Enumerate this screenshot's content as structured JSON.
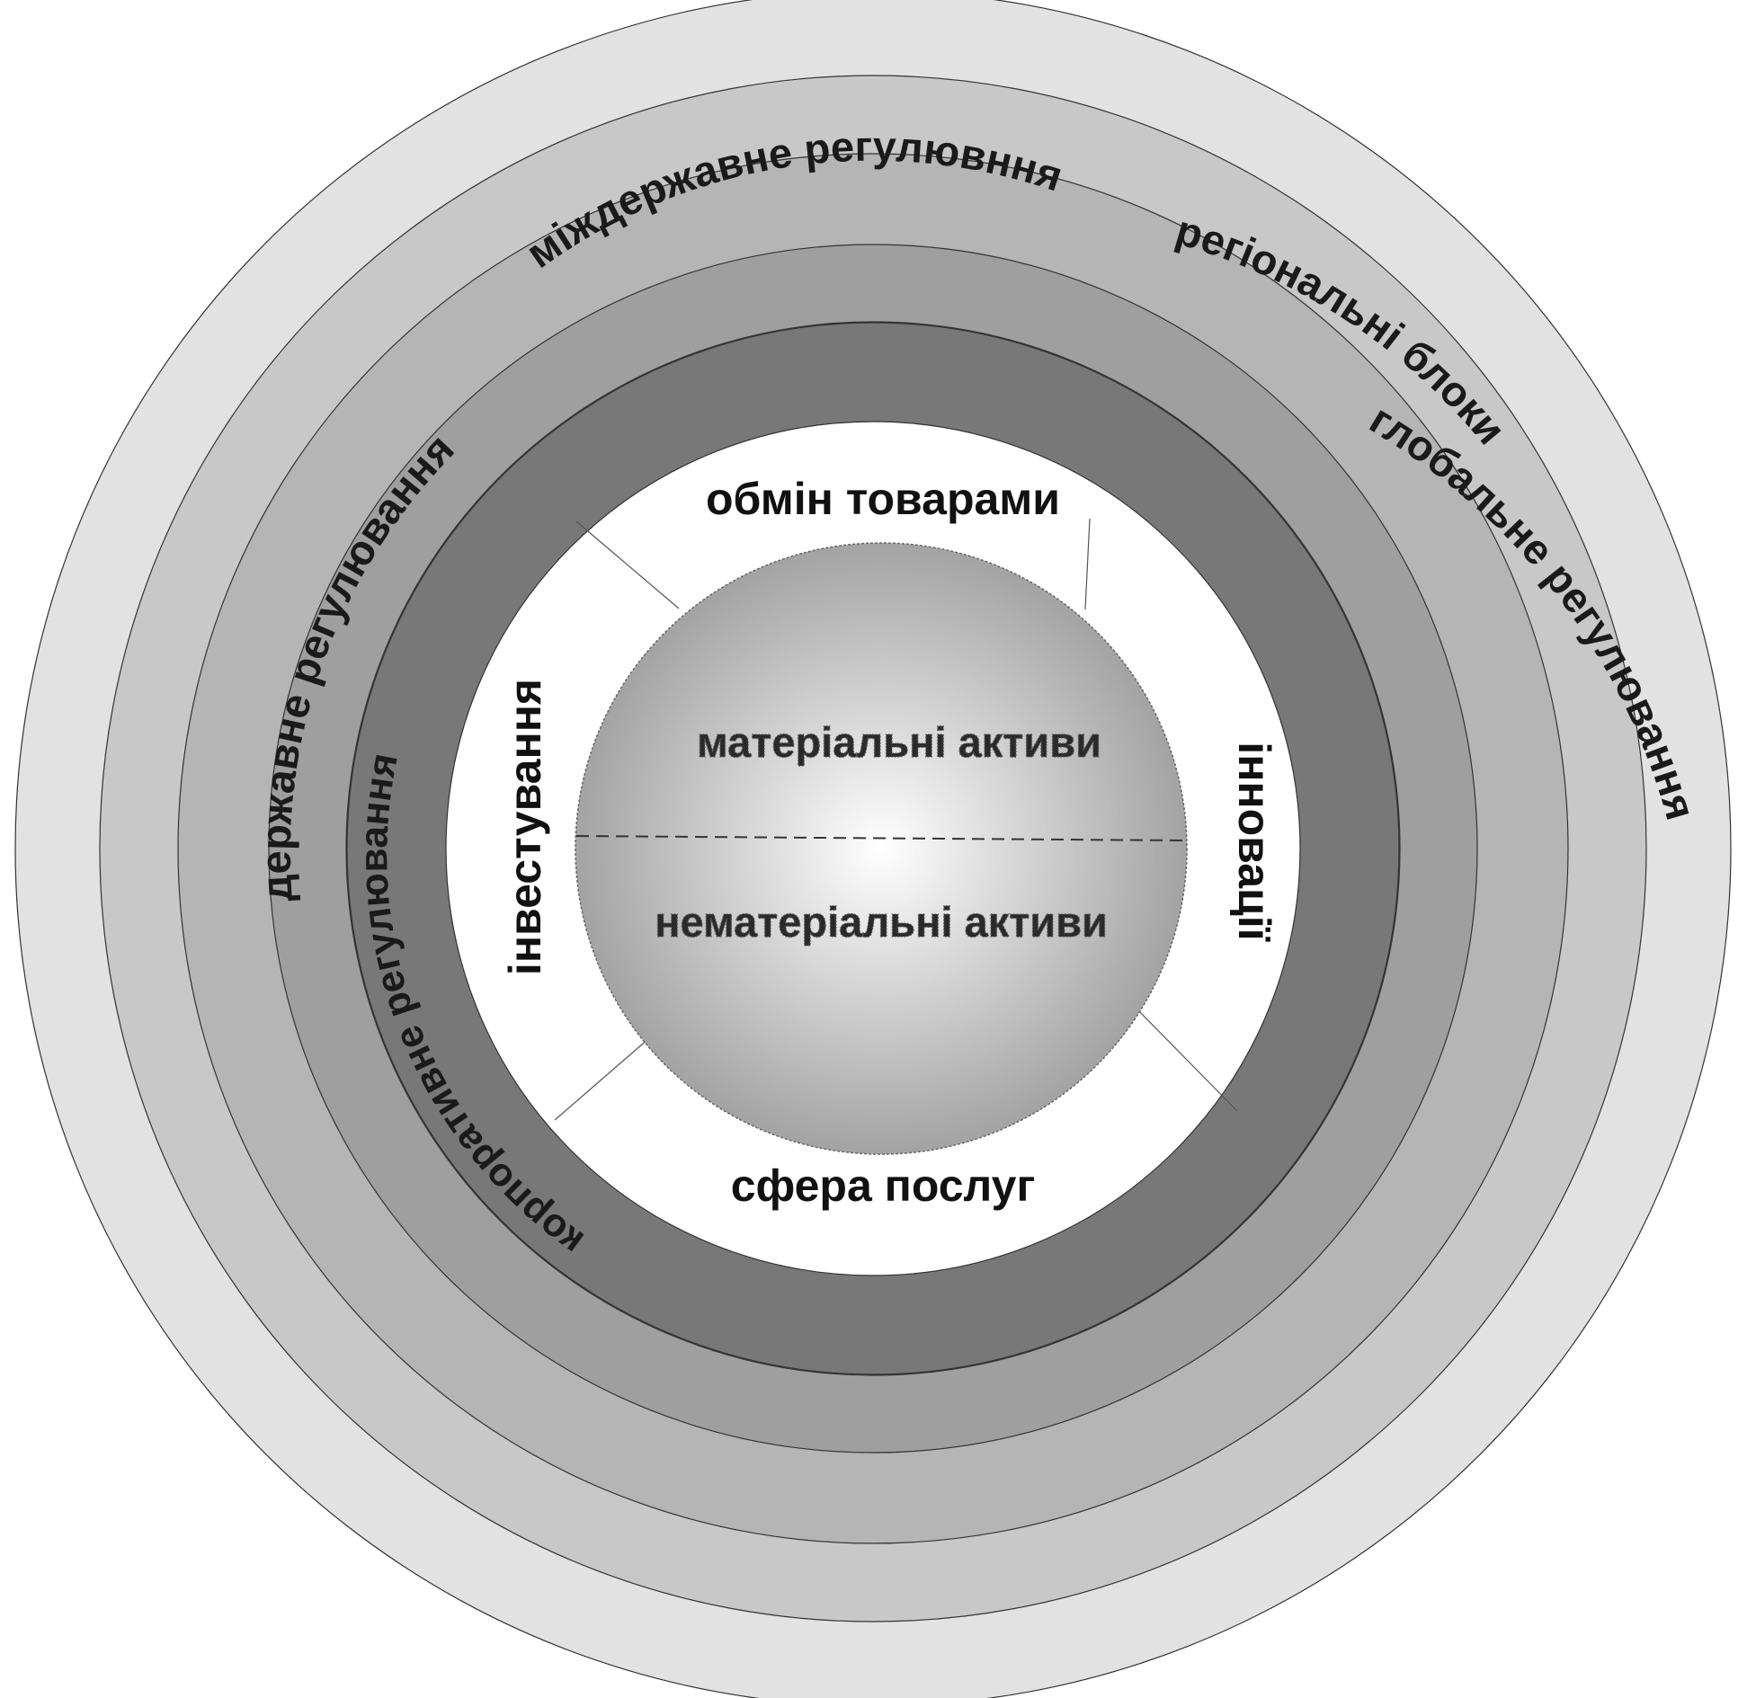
{
  "colors": {
    "ring_global": "#e2e2e2",
    "ring_regional": "#c8c8c8",
    "ring_interstate": "#b5b5b5",
    "ring_state": "#9f9f9f",
    "ring_corporate": "#8a8a8a",
    "ring_dark": "#787878",
    "inner_disc": "#ffffff",
    "sphere_light": "#ffffff",
    "sphere_dark": "#9a9a9a"
  },
  "rings": {
    "global": "глобальне регулювання",
    "regional": "регіональні блоки",
    "interstate": "міждержавне регулювння",
    "state": "державне регулювання",
    "corporate": "корпоративне регулювання"
  },
  "sectors": {
    "top": "обмін товарами",
    "bottom": "сфера послуг",
    "left": "інвестування",
    "right": "інновації"
  },
  "sphere": {
    "upper": "матеріальні активи",
    "lower": "нематеріальні активи"
  }
}
